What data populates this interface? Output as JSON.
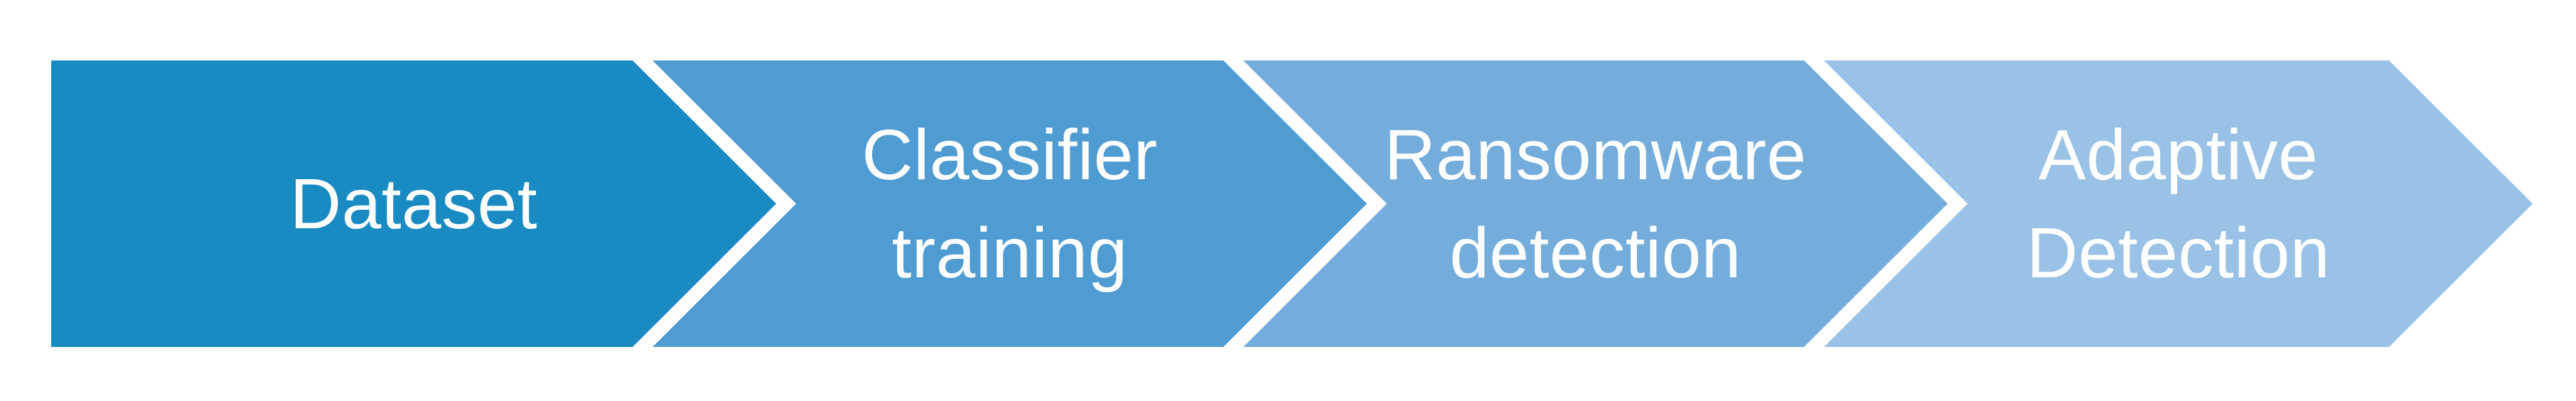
{
  "diagram": {
    "type": "process-flow-chevrons",
    "background_color": "#ffffff",
    "text_color": "#ffffff",
    "separator_color": "#ffffff",
    "steps": [
      {
        "label": "Dataset",
        "color": "#1a8ac2"
      },
      {
        "label": "Classifier training",
        "color": "#4f9cd3"
      },
      {
        "label": "Ransomware detection",
        "color": "#74addc"
      },
      {
        "label": "Adaptive Detection",
        "color": "#9ac2e6"
      }
    ]
  }
}
